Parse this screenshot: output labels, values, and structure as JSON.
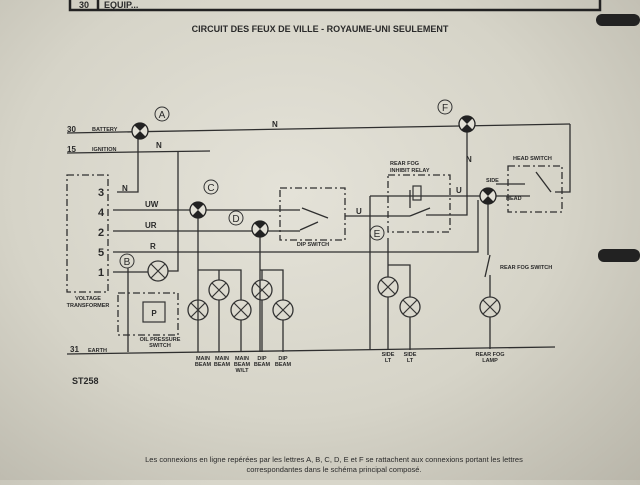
{
  "header": {
    "section_number": "30",
    "section_title": "EQUIP..."
  },
  "title": "CIRCUIT DES FEUX DE VILLE - ROYAUME-UNI SEULEMENT",
  "rails": {
    "battery_num": "30",
    "battery": "BATTERY",
    "ignition_num": "15",
    "ignition": "IGNITION",
    "earth_num": "31",
    "earth": "EARTH"
  },
  "connectors": {
    "a": "A",
    "b": "B",
    "c": "C",
    "d": "D",
    "e": "E",
    "f": "F"
  },
  "wires": {
    "n1": "N",
    "n2": "N",
    "n3": "N",
    "n4": "N",
    "uw": "UW",
    "ur": "UR",
    "r": "R",
    "u1": "U",
    "u2": "U"
  },
  "pins": [
    "3",
    "4",
    "2",
    "5",
    "1"
  ],
  "components": {
    "transformer_1": "VOLTAGE",
    "transformer_2": "TRANSFORMER",
    "oil_1": "OIL PRESSURE",
    "oil_2": "SWITCH",
    "oil_p": "P",
    "dip_switch": "DIP SWITCH",
    "relay_1": "REAR FOG",
    "relay_2": "INHIBIT RELAY",
    "head_switch": "HEAD SWITCH",
    "side": "SIDE",
    "head": "HEAD",
    "rear_fog_switch": "REAR FOG SWITCH"
  },
  "lamps": [
    {
      "l1": "MAIN",
      "l2": "BEAM",
      "l3": ""
    },
    {
      "l1": "MAIN",
      "l2": "BEAM",
      "l3": ""
    },
    {
      "l1": "MAIN",
      "l2": "BEAM",
      "l3": "W/LT"
    },
    {
      "l1": "DIP",
      "l2": "BEAM",
      "l3": ""
    },
    {
      "l1": "DIP",
      "l2": "BEAM",
      "l3": ""
    },
    {
      "l1": "SIDE",
      "l2": "LT",
      "l3": ""
    },
    {
      "l1": "SIDE",
      "l2": "LT",
      "l3": ""
    },
    {
      "l1": "REAR FOG",
      "l2": "LAMP",
      "l3": ""
    }
  ],
  "figure_id": "ST258",
  "footer": {
    "line1": "Les connexions en ligne repérées par les lettres A, B, C, D, E et F se rattachent aux connexions portant les lettres",
    "line2": "correspondantes dans le schéma principal composé."
  }
}
